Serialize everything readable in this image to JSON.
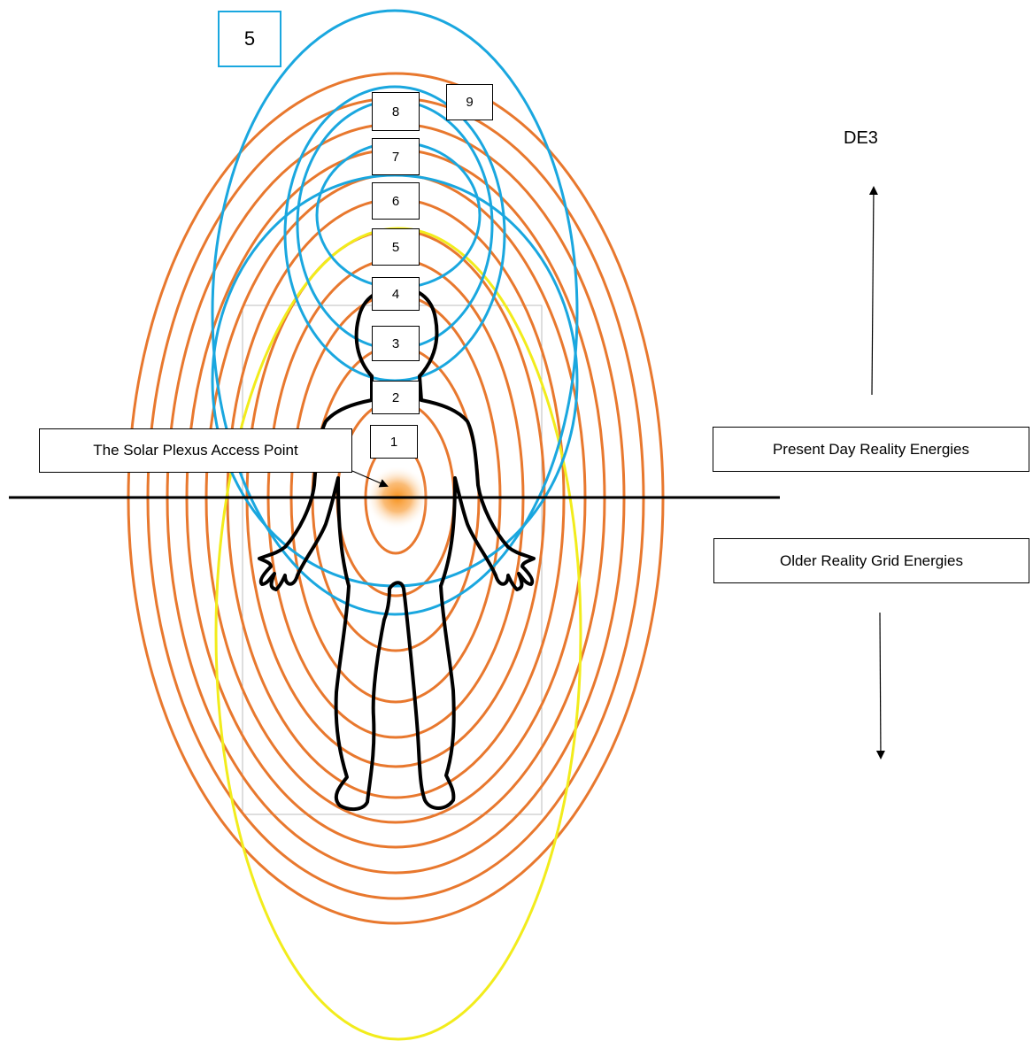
{
  "colors": {
    "orange_ring": "#E8782E",
    "blue_ring": "#1AA7DF",
    "yellow_ring": "#F2EC1C",
    "outline": "#000000",
    "glow": "#F7931E"
  },
  "top_box": {
    "text": "5"
  },
  "levels": [
    "1",
    "2",
    "3",
    "4",
    "5",
    "6",
    "7",
    "8"
  ],
  "level_nine": "9",
  "de_label": "DE3",
  "solar_plexus_label": "The Solar Plexus Access Point",
  "present_label": "Present Day Reality Energies",
  "older_label": "Older Reality Grid Energies"
}
